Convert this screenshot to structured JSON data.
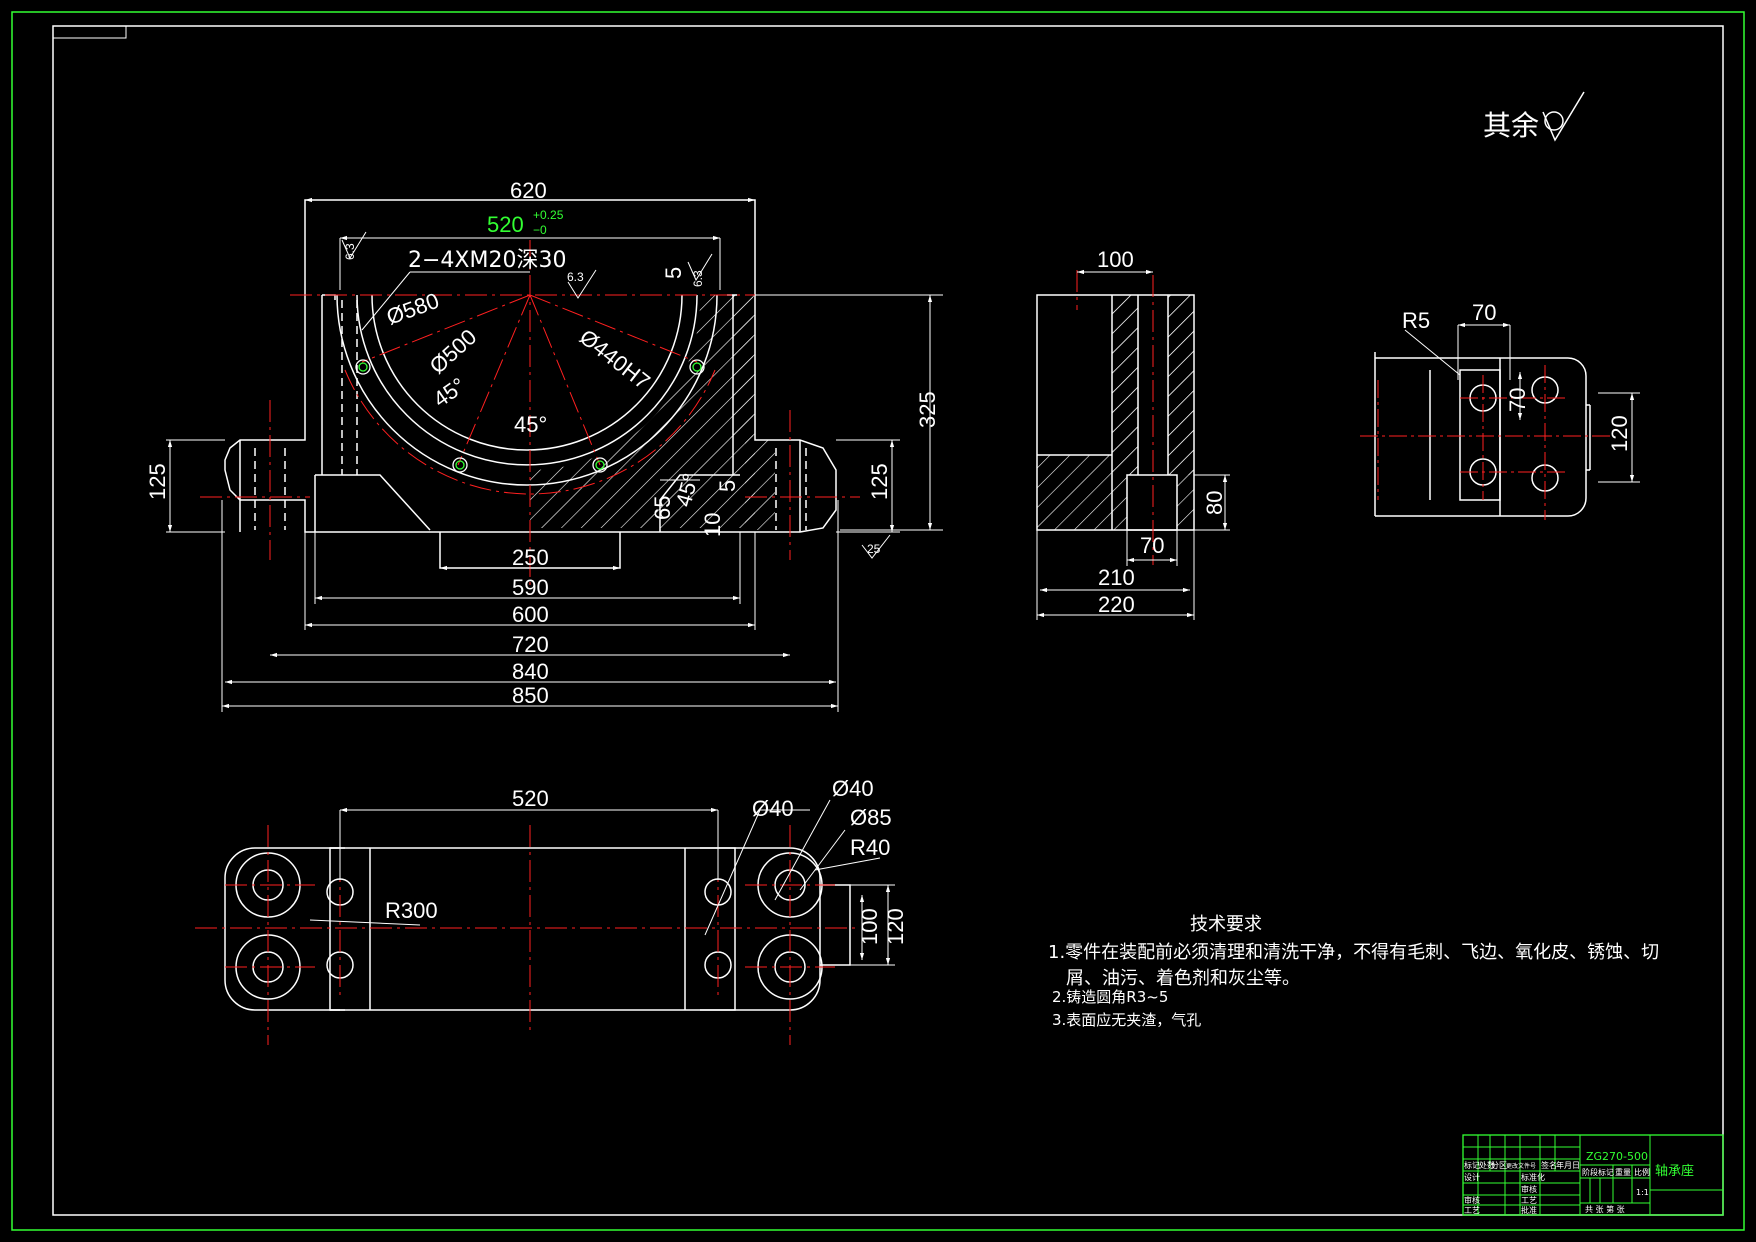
{
  "colors": {
    "background": "#000000",
    "line": "#ffffff",
    "center_line": "#ff2020",
    "hatch": "#ffffff",
    "frame": "#32ff32",
    "tolerance": "#32ff32"
  },
  "roughness": {
    "other_label": "其余",
    "r1": "6.3",
    "r2": "6.3",
    "r3": "6.3",
    "r4": "25"
  },
  "front_view": {
    "d620": "620",
    "d520": "520",
    "tol_upper": "+0.25",
    "tol_lower": "−0",
    "thread": "2−4XM20深30",
    "dia580": "Ø580",
    "dia500": "Ø500",
    "dia440": "Ø440H7",
    "ang1": "45°",
    "ang2": "45°",
    "ang3": "45°",
    "d5a": "5",
    "d5b": "5",
    "d325": "325",
    "d125l": "125",
    "d125r": "125",
    "d65": "65",
    "d10": "10",
    "d250": "250",
    "d590": "590",
    "d600": "600",
    "d720": "720",
    "d840": "840",
    "d850": "850"
  },
  "side_view": {
    "d100": "100",
    "d80": "80",
    "d70": "70",
    "d210": "210",
    "d220": "220"
  },
  "detail_view": {
    "r5": "R5",
    "d70a": "70",
    "d70b": "70",
    "d120": "120"
  },
  "top_view": {
    "d520": "520",
    "dia40a": "Ø40",
    "dia40b": "Ø40",
    "dia85": "Ø85",
    "r40": "R40",
    "r300": "R300",
    "d100": "100",
    "d120": "120"
  },
  "notes": {
    "title": "技术要求",
    "line1": "1.零件在装配前必须清理和清洗干净，不得有毛刺、飞边、氧化皮、锈蚀、切",
    "line1b": "屑、油污、着色剂和灰尘等。",
    "line2": "2.铸造圆角R3~5",
    "line3": "3.表面应无夹渣，气孔"
  },
  "title_block": {
    "code": "ZG270-500",
    "name": "轴承座",
    "c1": "标记",
    "c2": "处数",
    "c3": "分区",
    "c4": "更改文件号",
    "c5": "签名",
    "c6": "年月日",
    "r1": "设计",
    "r2": "标准化",
    "r3": "审核",
    "r4": "工艺",
    "r5": "批准",
    "s1": "阶段标记",
    "s2": "重量",
    "s3": "比例",
    "scale": "1:1",
    "sheet": "共 张 第 张"
  }
}
